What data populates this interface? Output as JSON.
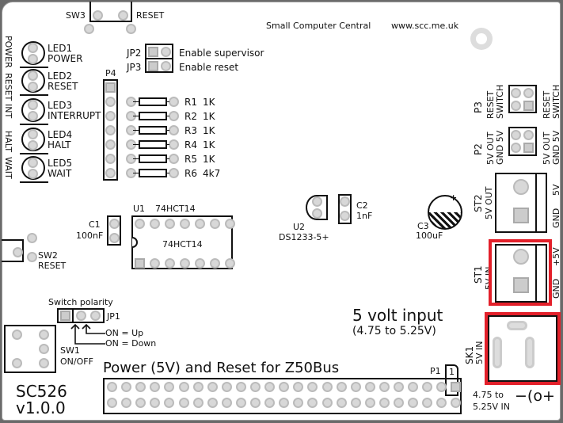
{
  "header": {
    "org": "Small Computer Central",
    "url": "www.scc.me.uk"
  },
  "sw3": {
    "ref": "SW3",
    "label": "RESET"
  },
  "side_labels": [
    "POWER",
    "RESET",
    "INT",
    "HALT",
    "WAIT"
  ],
  "leds": [
    {
      "ref": "LED1",
      "label": "POWER"
    },
    {
      "ref": "LED2",
      "label": "RESET"
    },
    {
      "ref": "LED3",
      "label": "INTERRUPT"
    },
    {
      "ref": "LED4",
      "label": "HALT"
    },
    {
      "ref": "LED5",
      "label": "WAIT"
    }
  ],
  "jumpers": [
    {
      "ref": "JP2",
      "label": "Enable supervisor"
    },
    {
      "ref": "JP3",
      "label": "Enable reset"
    }
  ],
  "p4": "P4",
  "resistors": [
    {
      "ref": "R1",
      "value": "1K"
    },
    {
      "ref": "R2",
      "value": "1K"
    },
    {
      "ref": "R3",
      "value": "1K"
    },
    {
      "ref": "R4",
      "value": "1K"
    },
    {
      "ref": "R5",
      "value": "1K"
    },
    {
      "ref": "R6",
      "value": "4k7"
    }
  ],
  "c1": {
    "ref": "C1",
    "value": "100nF"
  },
  "u1": {
    "ref": "U1",
    "part": "74HCT14",
    "body": "74HCT14"
  },
  "u2": {
    "ref": "U2",
    "part": "DS1233-5+"
  },
  "c2": {
    "ref": "C2",
    "value": "1nF"
  },
  "c3": {
    "ref": "C3",
    "value": "100uF",
    "polarity": "+"
  },
  "p3": {
    "ref": "P3",
    "label1": "RESET",
    "label2": "SWITCH",
    "right1": "RESET",
    "right2": "SWITCH"
  },
  "p2": {
    "ref": "P2",
    "label1": "5V OUT",
    "label2": "GND 5V",
    "right1": "5V OUT",
    "right2": "GND 5V"
  },
  "st2": {
    "ref": "ST2",
    "label": "5V OUT",
    "pin1": "5V",
    "pin2": "GND"
  },
  "st1": {
    "ref": "ST1",
    "label": "5V IN",
    "pin1": "+5V",
    "pin2": "GND"
  },
  "sk1": {
    "ref": "SK1",
    "label": "5V IN"
  },
  "sw2": {
    "ref": "SW2",
    "label": "RESET"
  },
  "jp1": {
    "title": "Switch polarity",
    "ref": "JP1",
    "up": "ON = Up",
    "down": "ON = Down"
  },
  "sw1": {
    "ref": "SW1",
    "label": "ON/OFF"
  },
  "board": {
    "name": "SC526",
    "version": "v1.0.0"
  },
  "bus_title": "Power (5V) and Reset for Z50Bus",
  "p1": {
    "ref": "P1",
    "pin1": "1"
  },
  "input": {
    "title": "5 volt input",
    "range": "(4.75 to 5.25V)"
  },
  "dc": {
    "line1": "4.75 to",
    "line2": "5.25V IN",
    "symbol": "−(o+"
  },
  "colors": {
    "highlight": "#e3202a",
    "silkscreen": "#111111",
    "pad": "#d8d8d8"
  }
}
